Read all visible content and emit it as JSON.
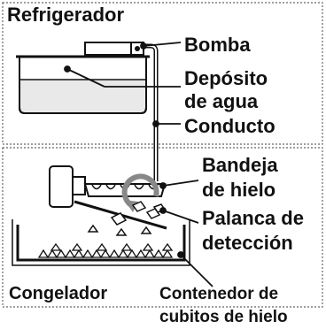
{
  "sections": {
    "fridge": "Refrigerador",
    "freezer": "Congelador"
  },
  "labels": {
    "pump": "Bomba",
    "reservoir_line1": "Depósito",
    "reservoir_line2": "de agua",
    "conduit": "Conducto",
    "tray_line1": "Bandeja",
    "tray_line2": "de hielo",
    "lever_line1": "Palanca de",
    "lever_line2": "detección",
    "bin_line1": "Contenedor de",
    "bin_line2": "cubitos de hielo"
  }
}
